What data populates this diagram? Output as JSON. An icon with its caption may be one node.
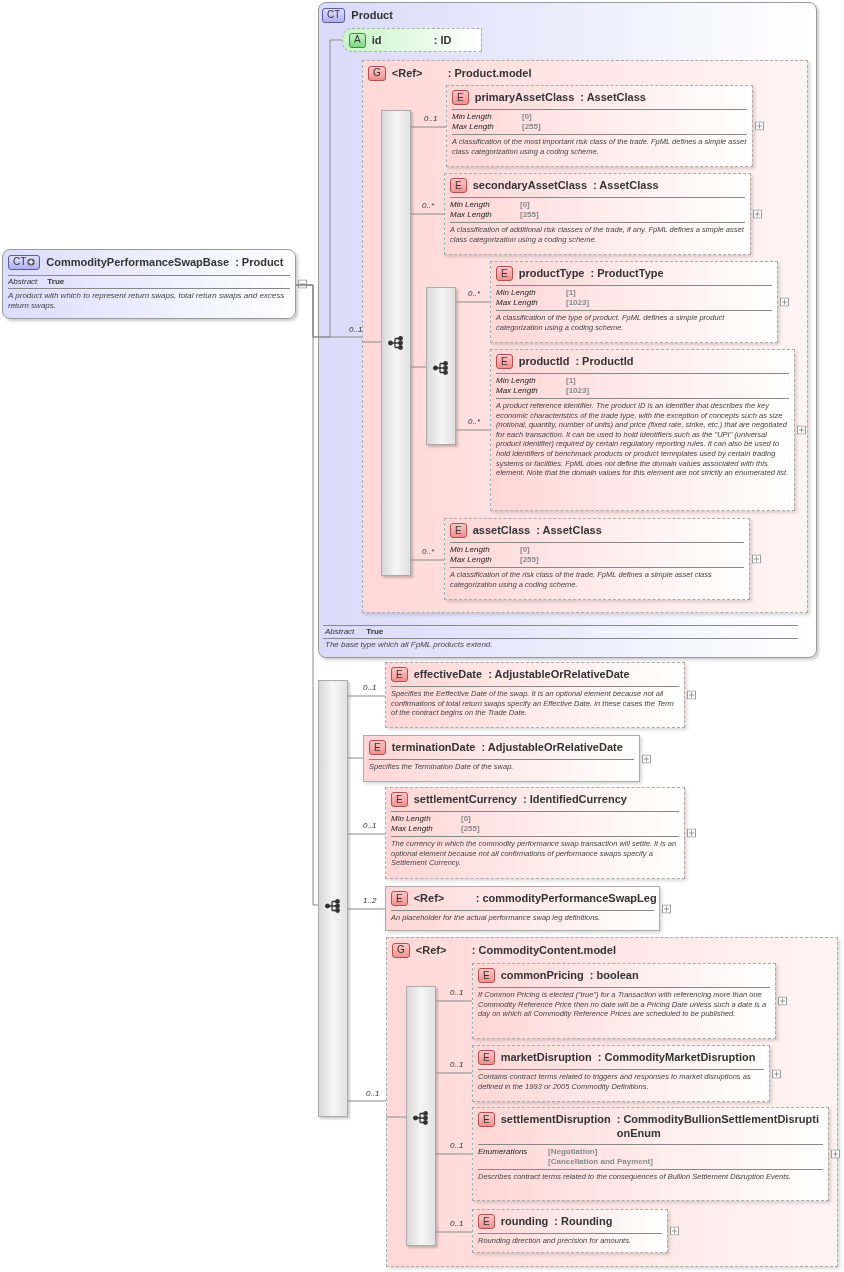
{
  "diagram": {
    "nodes": [
      {
        "text": [
          "CT",
          "CommodityPerformanceSwapBase",
          ": Product",
          "Abstract",
          "True",
          "A product with which to represent return swaps, total return swaps and excess return swaps."
        ]
      },
      {
        "text": [
          "CT",
          "Product",
          "Abstract",
          "True",
          "The base type which all FpML products extend."
        ]
      },
      {
        "text": [
          "A",
          "id",
          ": ID"
        ],
        "in": 1
      },
      {
        "text": [
          "G",
          "<Ref>",
          ": Product.model"
        ],
        "in": 1
      },
      {
        "text": [],
        "shape": "bar",
        "in": 3
      },
      {
        "text": [
          "E",
          "primaryAssetClass",
          ": AssetClass",
          "Min Length",
          "[0]",
          "Max Length",
          "[255]",
          "A classification of the most important risk class of the trade. FpML defines a simple asset class categorization using a coding scheme."
        ],
        "in": 3
      },
      {
        "text": [
          "E",
          "secondaryAssetClass",
          ": AssetClass",
          "Min Length",
          "[0]",
          "Max Length",
          "[255]",
          "A classification of additional risk classes of the trade, if any. FpML defines a simple asset class categorization using a coding scheme."
        ],
        "in": 3
      },
      {
        "text": [],
        "shape": "bar",
        "in": 3
      },
      {
        "text": [
          "E",
          "productType",
          ": ProductType",
          "Min Length",
          "[1]",
          "Max Length",
          "[1023]",
          "A classification of the type of product. FpML defines a simple product categorization using a coding scheme."
        ],
        "in": 3
      },
      {
        "text": [
          "E",
          "productId",
          ": ProductId",
          "Min Length",
          "[1]",
          "Max Length",
          "[1023]",
          "A product reference identifier. The product ID is an identifier that describes the key economic characteristics of the trade type, with the exception of concepts such as size (notional, quantity, number of units) and price (fixed rate, strike, etc.) that are negotiated for each transaction. It can be used to hold identifiers such as the \"UPI\" (universal product identifier) required by certain regulatory reporting rules. It can also be used to hold identifiers of benchmark products or product temnplates used by certain trading systems or facilities. FpML does not define the domain values associated with this element. Note that the domain values for this element are not strictly an enumerated list."
        ],
        "in": 3
      },
      {
        "text": [
          "E",
          "assetClass",
          ": AssetClass",
          "Min Length",
          "[0]",
          "Max Length",
          "[255]",
          "A classification of the risk class of the trade. FpML defines a simple asset class categorization using a coding scheme."
        ],
        "in": 3
      },
      {
        "text": [],
        "shape": "bar"
      },
      {
        "text": [
          "E",
          "effectiveDate",
          ": AdjustableOrRelativeDate",
          "Specifies the Eeffective Date of the swap. It is an optional element because not all confirmations of total return swaps specify an Effective Date. In these cases the Term of the contract begins on the Trade Date."
        ]
      },
      {
        "text": [
          "E",
          "terminationDate",
          ": AdjustableOrRelativeDate",
          "Specifies the Termination Date of the swap."
        ]
      },
      {
        "text": [
          "E",
          "settlementCurrency",
          ": IdentifiedCurrency",
          "Min Length",
          "[0]",
          "Max Length",
          "[255]",
          "The currency in which the commodity performance swap transaction will settle. It is an optional element because not all confirmations of performance swaps specify a Settlement Currency."
        ]
      },
      {
        "text": [
          "E",
          "<Ref>",
          ": commodityPerformanceSwapLeg",
          "An placeholder for the actual performance swap leg definitions."
        ]
      },
      {
        "text": [
          "G",
          "<Ref>",
          ": CommodityContent.model"
        ]
      },
      {
        "text": [],
        "shape": "bar",
        "in": 16
      },
      {
        "text": [
          "E",
          "commonPricing",
          ": boolean",
          "If Common Pricing is elected (“true”) for a Transaction with referencing more than one Commodity Reference Price then no date will be a Pricing Date unless such a date is a day on which all Commodity Reference Prices are scheduled to be published."
        ],
        "in": 16
      },
      {
        "text": [
          "E",
          "marketDisruption",
          ": CommodityMarketDisruption",
          "Contains contract terms related to triggers and responses to market disruptions as defined in the 1993 or 2005 Commodity Definitions."
        ],
        "in": 16
      },
      {
        "text": [
          "E",
          "settlementDisruption",
          ": CommodityBullionSettlementDisruptionEnum",
          "Enumerations",
          "[Negotiation]",
          "[Cancellation and Payment]",
          "Describes contract terms related to the consequences of Bullion Settlement Disruption Events."
        ],
        "in": 16
      },
      {
        "text": [
          "E",
          "rounding",
          ": Rounding",
          "Rounding direction and precision for amounts."
        ],
        "in": 16
      }
    ],
    "edges": [
      {
        "from": 0,
        "to": 2,
        "arrow": "none"
      },
      {
        "from": 0,
        "to": 3,
        "arrow": "none",
        "label": "0..1"
      },
      {
        "from": 0,
        "to": 11,
        "arrow": "none"
      },
      {
        "from": 3,
        "to": 4,
        "arrow": "none"
      },
      {
        "from": 4,
        "to": 5,
        "arrow": "none",
        "label": "0..1"
      },
      {
        "from": 4,
        "to": 6,
        "arrow": "none",
        "label": "0..*"
      },
      {
        "from": 4,
        "to": 7,
        "arrow": "none"
      },
      {
        "from": 7,
        "to": 8,
        "arrow": "none",
        "label": "0..*"
      },
      {
        "from": 7,
        "to": 9,
        "arrow": "none",
        "label": "0..*"
      },
      {
        "from": 4,
        "to": 10,
        "arrow": "none",
        "label": "0..*"
      },
      {
        "from": 11,
        "to": 12,
        "arrow": "none",
        "label": "0..1"
      },
      {
        "from": 11,
        "to": 13,
        "arrow": "none"
      },
      {
        "from": 11,
        "to": 14,
        "arrow": "none",
        "label": "0..1"
      },
      {
        "from": 11,
        "to": 15,
        "arrow": "none",
        "label": "1..2"
      },
      {
        "from": 11,
        "to": 16,
        "arrow": "none",
        "label": "0..1"
      },
      {
        "from": 16,
        "to": 17,
        "arrow": "none"
      },
      {
        "from": 17,
        "to": 18,
        "arrow": "none",
        "label": "0..1"
      },
      {
        "from": 17,
        "to": 19,
        "arrow": "none",
        "label": "0..1"
      },
      {
        "from": 17,
        "to": 20,
        "arrow": "none",
        "label": "0..1"
      },
      {
        "from": 17,
        "to": 21,
        "arrow": "none",
        "label": "0..1"
      }
    ]
  }
}
